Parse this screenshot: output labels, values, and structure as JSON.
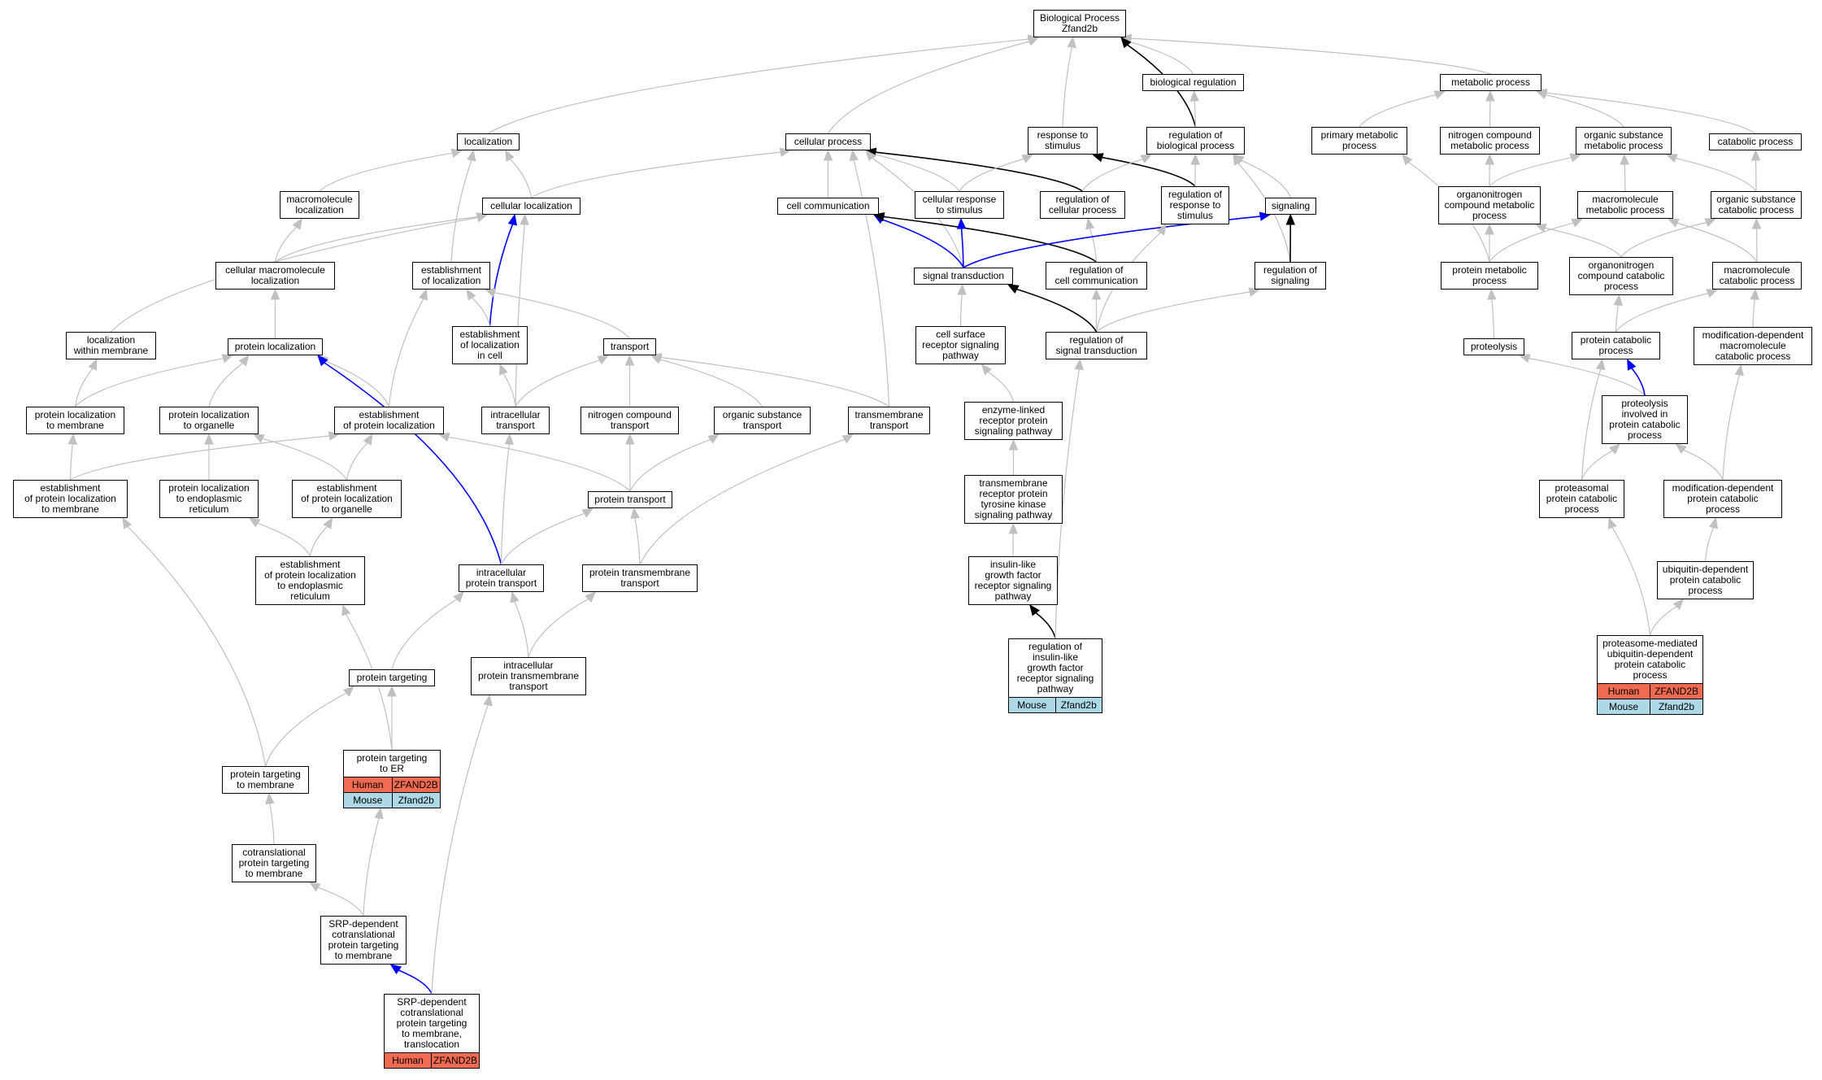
{
  "colors": {
    "gray_edge": "#c0c0c0",
    "black_edge": "#000000",
    "blue_edge": "#0000ff",
    "human_cell": "#f26a4f",
    "mouse_cell": "#add8e6"
  },
  "nodes": [
    {
      "id": "root",
      "label": "Biological Process\nZfand2b"
    },
    {
      "id": "bioreg",
      "label": "biological regulation"
    },
    {
      "id": "metab",
      "label": "metabolic process"
    },
    {
      "id": "loc",
      "label": "localization"
    },
    {
      "id": "cellproc",
      "label": "cellular process"
    },
    {
      "id": "resp",
      "label": "response to\nstimulus"
    },
    {
      "id": "regbio",
      "label": "regulation of\nbiological process"
    },
    {
      "id": "primmet",
      "label": "primary metabolic\nprocess"
    },
    {
      "id": "nitmet",
      "label": "nitrogen compound\nmetabolic process"
    },
    {
      "id": "orgsubmet",
      "label": "organic substance\nmetabolic process"
    },
    {
      "id": "catab",
      "label": "catabolic process"
    },
    {
      "id": "macroloc",
      "label": "macromolecule\nlocalization"
    },
    {
      "id": "cellloc",
      "label": "cellular localization"
    },
    {
      "id": "cellcomm",
      "label": "cell communication"
    },
    {
      "id": "cellresp",
      "label": "cellular response\nto stimulus"
    },
    {
      "id": "regcell",
      "label": "regulation of\ncellular process"
    },
    {
      "id": "regresp",
      "label": "regulation of\nresponse to\nstimulus"
    },
    {
      "id": "signaling",
      "label": "signaling"
    },
    {
      "id": "orgnitmet",
      "label": "organonitrogen\ncompound metabolic\nprocess"
    },
    {
      "id": "macromet",
      "label": "macromolecule\nmetabolic process"
    },
    {
      "id": "orgsubcat",
      "label": "organic substance\ncatabolic process"
    },
    {
      "id": "cellmacroloc",
      "label": "cellular macromolecule\nlocalization"
    },
    {
      "id": "estloc",
      "label": "establishment\nof localization"
    },
    {
      "id": "sigtrans",
      "label": "signal transduction"
    },
    {
      "id": "regcellcomm",
      "label": "regulation of\ncell communication"
    },
    {
      "id": "regsig",
      "label": "regulation of\nsignaling"
    },
    {
      "id": "protmet",
      "label": "protein metabolic\nprocess"
    },
    {
      "id": "orgnitcat",
      "label": "organonitrogen\ncompound catabolic\nprocess"
    },
    {
      "id": "macrocat",
      "label": "macromolecule\ncatabolic process"
    },
    {
      "id": "locmem",
      "label": "localization\nwithin membrane"
    },
    {
      "id": "protloc",
      "label": "protein localization"
    },
    {
      "id": "estlocincell",
      "label": "establishment\nof localization\nin cell"
    },
    {
      "id": "transport",
      "label": "transport"
    },
    {
      "id": "cellsurf",
      "label": "cell surface\nreceptor signaling\npathway"
    },
    {
      "id": "regsigtrans",
      "label": "regulation of\nsignal transduction"
    },
    {
      "id": "proteolysis",
      "label": "proteolysis"
    },
    {
      "id": "protcat",
      "label": "protein catabolic\nprocess"
    },
    {
      "id": "moddepmacro",
      "label": "modification-dependent\nmacromolecule\ncatabolic process"
    },
    {
      "id": "protlocmem",
      "label": "protein localization\nto membrane"
    },
    {
      "id": "protlocorg",
      "label": "protein localization\nto organelle"
    },
    {
      "id": "estprotloc",
      "label": "establishment\nof protein localization"
    },
    {
      "id": "intratrans",
      "label": "intracellular\ntransport"
    },
    {
      "id": "nittrans",
      "label": "nitrogen compound\ntransport"
    },
    {
      "id": "orgsubtrans",
      "label": "organic substance\ntransport"
    },
    {
      "id": "tmtrans",
      "label": "transmembrane\ntransport"
    },
    {
      "id": "enzlinked",
      "label": "enzyme-linked\nreceptor protein\nsignaling pathway"
    },
    {
      "id": "protinv",
      "label": "proteolysis\ninvolved in\nprotein catabolic\nprocess"
    },
    {
      "id": "estprotlocmem",
      "label": "establishment\nof protein localization\nto membrane"
    },
    {
      "id": "protloceer",
      "label": "protein localization\nto endoplasmic\nreticulum"
    },
    {
      "id": "estprotlocorg",
      "label": "establishment\nof protein localization\nto organelle"
    },
    {
      "id": "prottrans",
      "label": "protein transport"
    },
    {
      "id": "tmrtk",
      "label": "transmembrane\nreceptor protein\ntyrosine kinase\nsignaling pathway"
    },
    {
      "id": "proteasomal",
      "label": "proteasomal\nprotein catabolic\nprocess"
    },
    {
      "id": "moddepprot",
      "label": "modification-dependent\nprotein catabolic\nprocess"
    },
    {
      "id": "estprotloceer",
      "label": "establishment\nof protein localization\nto endoplasmic\nreticulum"
    },
    {
      "id": "intraprottrans",
      "label": "intracellular\nprotein transport"
    },
    {
      "id": "prottmtrans",
      "label": "protein transmembrane\ntransport"
    },
    {
      "id": "igf",
      "label": "insulin-like\ngrowth factor\nreceptor signaling\npathway"
    },
    {
      "id": "ubdep",
      "label": "ubiquitin-dependent\nprotein catabolic\nprocess"
    },
    {
      "id": "regigf",
      "label": "regulation of\ninsulin-like\ngrowth factor\nreceptor signaling\npathway",
      "rows": [
        [
          "Mouse",
          "Zfand2b"
        ]
      ]
    },
    {
      "id": "proteasomeub",
      "label": "proteasome-mediated\nubiquitin-dependent\nprotein catabolic\nprocess",
      "rows": [
        [
          "Human",
          "ZFAND2B"
        ],
        [
          "Mouse",
          "Zfand2b"
        ]
      ]
    },
    {
      "id": "prottarg",
      "label": "protein targeting"
    },
    {
      "id": "intraprottm",
      "label": "intracellular\nprotein transmembrane\ntransport"
    },
    {
      "id": "prottargmem",
      "label": "protein targeting\nto membrane"
    },
    {
      "id": "prottarger",
      "label": "protein targeting\nto ER",
      "rows": [
        [
          "Human",
          "ZFAND2B"
        ],
        [
          "Mouse",
          "Zfand2b"
        ]
      ]
    },
    {
      "id": "cotrans",
      "label": "cotranslational\nprotein targeting\nto membrane"
    },
    {
      "id": "srp",
      "label": "SRP-dependent\ncotranslational\nprotein targeting\nto membrane"
    },
    {
      "id": "srptl",
      "label": "SRP-dependent\ncotranslational\nprotein targeting\nto membrane,\ntranslocation",
      "rows": [
        [
          "Human",
          "ZFAND2B"
        ]
      ]
    }
  ],
  "edges": [
    [
      "bioreg",
      "root",
      "gray"
    ],
    [
      "metab",
      "root",
      "gray"
    ],
    [
      "loc",
      "root",
      "gray"
    ],
    [
      "cellproc",
      "root",
      "gray"
    ],
    [
      "resp",
      "root",
      "gray"
    ],
    [
      "regbio",
      "root",
      "black"
    ],
    [
      "regbio",
      "bioreg",
      "gray"
    ],
    [
      "primmet",
      "metab",
      "gray"
    ],
    [
      "nitmet",
      "metab",
      "gray"
    ],
    [
      "orgsubmet",
      "metab",
      "gray"
    ],
    [
      "catab",
      "metab",
      "gray"
    ],
    [
      "macroloc",
      "loc",
      "gray"
    ],
    [
      "cellloc",
      "loc",
      "gray"
    ],
    [
      "estloc",
      "loc",
      "gray"
    ],
    [
      "cellloc",
      "cellproc",
      "gray"
    ],
    [
      "cellcomm",
      "cellproc",
      "gray"
    ],
    [
      "cellresp",
      "cellproc",
      "gray"
    ],
    [
      "regcell",
      "cellproc",
      "black"
    ],
    [
      "sigtrans",
      "cellproc",
      "gray"
    ],
    [
      "tmtrans",
      "cellproc",
      "gray"
    ],
    [
      "cellresp",
      "resp",
      "gray"
    ],
    [
      "regresp",
      "resp",
      "black"
    ],
    [
      "regcell",
      "regbio",
      "gray"
    ],
    [
      "regresp",
      "regbio",
      "gray"
    ],
    [
      "signaling",
      "regbio",
      "gray"
    ],
    [
      "regsig",
      "regbio",
      "gray"
    ],
    [
      "orgnitmet",
      "nitmet",
      "gray"
    ],
    [
      "orgnitmet",
      "orgsubmet",
      "gray"
    ],
    [
      "macromet",
      "orgsubmet",
      "gray"
    ],
    [
      "orgsubcat",
      "orgsubmet",
      "gray"
    ],
    [
      "orgsubcat",
      "catab",
      "gray"
    ],
    [
      "cellmacroloc",
      "macroloc",
      "gray"
    ],
    [
      "cellmacroloc",
      "cellloc",
      "gray"
    ],
    [
      "estlocincell",
      "cellloc",
      "blue"
    ],
    [
      "intratrans",
      "cellloc",
      "gray"
    ],
    [
      "locmem",
      "cellloc",
      "gray"
    ],
    [
      "sigtrans",
      "cellcomm",
      "blue"
    ],
    [
      "regcellcomm",
      "cellcomm",
      "black"
    ],
    [
      "sigtrans",
      "cellresp",
      "blue"
    ],
    [
      "regcellcomm",
      "regcell",
      "gray"
    ],
    [
      "sigtrans",
      "signaling",
      "blue"
    ],
    [
      "regsig",
      "signaling",
      "black"
    ],
    [
      "regsigtrans",
      "regresp",
      "gray"
    ],
    [
      "regsigtrans",
      "regcellcomm",
      "gray"
    ],
    [
      "regsigtrans",
      "regsig",
      "gray"
    ],
    [
      "regsigtrans",
      "sigtrans",
      "black"
    ],
    [
      "protmet",
      "primmet",
      "gray"
    ],
    [
      "protmet",
      "orgnitmet",
      "gray"
    ],
    [
      "protmet",
      "macromet",
      "gray"
    ],
    [
      "orgnitcat",
      "orgnitmet",
      "gray"
    ],
    [
      "macrocat",
      "macromet",
      "gray"
    ],
    [
      "orgnitcat",
      "orgsubcat",
      "gray"
    ],
    [
      "macrocat",
      "orgsubcat",
      "gray"
    ],
    [
      "protloc",
      "cellmacroloc",
      "gray"
    ],
    [
      "estlocincell",
      "estloc",
      "gray"
    ],
    [
      "transport",
      "estloc",
      "gray"
    ],
    [
      "estprotloc",
      "estloc",
      "gray"
    ],
    [
      "proteolysis",
      "protmet",
      "gray"
    ],
    [
      "protcat",
      "orgnitcat",
      "gray"
    ],
    [
      "protcat",
      "macrocat",
      "gray"
    ],
    [
      "moddepmacro",
      "macrocat",
      "gray"
    ],
    [
      "protlocmem",
      "locmem",
      "gray"
    ],
    [
      "protlocmem",
      "protloc",
      "gray"
    ],
    [
      "protlocorg",
      "protloc",
      "gray"
    ],
    [
      "estprotloc",
      "protloc",
      "gray"
    ],
    [
      "intraprottrans",
      "protloc",
      "blue"
    ],
    [
      "intratrans",
      "estlocincell",
      "gray"
    ],
    [
      "intratrans",
      "transport",
      "gray"
    ],
    [
      "nittrans",
      "transport",
      "gray"
    ],
    [
      "orgsubtrans",
      "transport",
      "gray"
    ],
    [
      "tmtrans",
      "transport",
      "gray"
    ],
    [
      "cellsurf",
      "sigtrans",
      "gray"
    ],
    [
      "enzlinked",
      "cellsurf",
      "gray"
    ],
    [
      "tmrtk",
      "enzlinked",
      "gray"
    ],
    [
      "igf",
      "tmrtk",
      "gray"
    ],
    [
      "regigf",
      "igf",
      "black"
    ],
    [
      "regigf",
      "regsigtrans",
      "gray"
    ],
    [
      "protinv",
      "proteolysis",
      "gray"
    ],
    [
      "protinv",
      "protcat",
      "blue"
    ],
    [
      "proteasomal",
      "protcat",
      "gray"
    ],
    [
      "proteasomal",
      "protinv",
      "gray"
    ],
    [
      "moddepprot",
      "protinv",
      "gray"
    ],
    [
      "moddepprot",
      "moddepmacro",
      "gray"
    ],
    [
      "ubdep",
      "moddepprot",
      "gray"
    ],
    [
      "proteasomeub",
      "proteasomal",
      "gray"
    ],
    [
      "proteasomeub",
      "ubdep",
      "gray"
    ],
    [
      "estprotlocmem",
      "protlocmem",
      "gray"
    ],
    [
      "estprotlocmem",
      "estprotloc",
      "gray"
    ],
    [
      "protloceer",
      "protlocorg",
      "gray"
    ],
    [
      "estprotlocorg",
      "protlocorg",
      "gray"
    ],
    [
      "estprotlocorg",
      "estprotloc",
      "gray"
    ],
    [
      "prottrans",
      "estprotloc",
      "gray"
    ],
    [
      "prottrans",
      "nittrans",
      "gray"
    ],
    [
      "prottrans",
      "orgsubtrans",
      "gray"
    ],
    [
      "estprotloceer",
      "protloceer",
      "gray"
    ],
    [
      "estprotloceer",
      "estprotlocorg",
      "gray"
    ],
    [
      "intraprottrans",
      "intratrans",
      "gray"
    ],
    [
      "intraprottrans",
      "prottrans",
      "gray"
    ],
    [
      "prottmtrans",
      "prottrans",
      "gray"
    ],
    [
      "prottmtrans",
      "tmtrans",
      "gray"
    ],
    [
      "prottarg",
      "intraprottrans",
      "gray"
    ],
    [
      "intraprottm",
      "intraprottrans",
      "gray"
    ],
    [
      "intraprottm",
      "prottmtrans",
      "gray"
    ],
    [
      "prottargmem",
      "estprotlocmem",
      "gray"
    ],
    [
      "prottargmem",
      "prottarg",
      "gray"
    ],
    [
      "prottarger",
      "prottarg",
      "gray"
    ],
    [
      "prottarger",
      "estprotloceer",
      "gray"
    ],
    [
      "cotrans",
      "prottargmem",
      "gray"
    ],
    [
      "srp",
      "cotrans",
      "gray"
    ],
    [
      "srp",
      "prottarger",
      "gray"
    ],
    [
      "srptl",
      "srp",
      "blue"
    ],
    [
      "srptl",
      "intraprottm",
      "gray"
    ]
  ]
}
